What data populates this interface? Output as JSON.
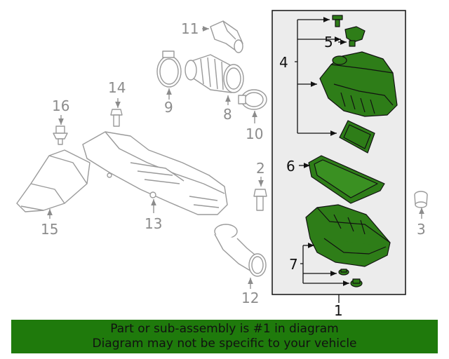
{
  "callouts": {
    "c1": "1",
    "c2": "2",
    "c3": "3",
    "c4": "4",
    "c5": "5",
    "c6": "6",
    "c7": "7",
    "c8": "8",
    "c9": "9",
    "c10": "10",
    "c11": "11",
    "c12": "12",
    "c13": "13",
    "c14": "14",
    "c15": "15",
    "c16": "16"
  },
  "banner": {
    "line1": "Part or sub-assembly is #1 in diagram",
    "line2": "Diagram may not be specific to your vehicle"
  },
  "colors": {
    "highlight_green": "#1f7a0c",
    "part_green": "#2e7d18",
    "part_outline": "#111111",
    "grey_parts": "#9a9a9a",
    "assembly_box_fill": "#ececec"
  }
}
